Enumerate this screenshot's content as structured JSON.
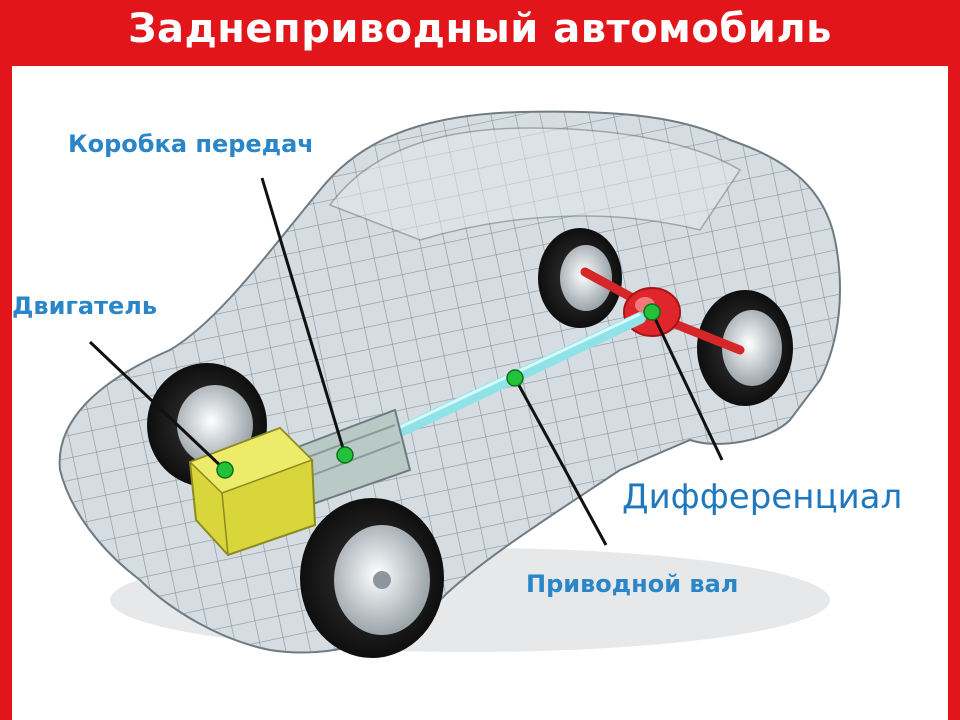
{
  "header": {
    "title": "Заднеприводный автомобиль"
  },
  "labels": {
    "gearbox": "Коробка передач",
    "engine": "Двигатель",
    "differential": "Дифференциал",
    "driveshaft": "Приводной вал"
  },
  "colors": {
    "banner": "#e2151b",
    "label_text": "#2a86c8",
    "engine_block": "#d8d63a",
    "driveshaft": "#8fe3e8",
    "differential": "#e0262a",
    "marker": "#22c33a",
    "car_body": "#cfd8de"
  }
}
